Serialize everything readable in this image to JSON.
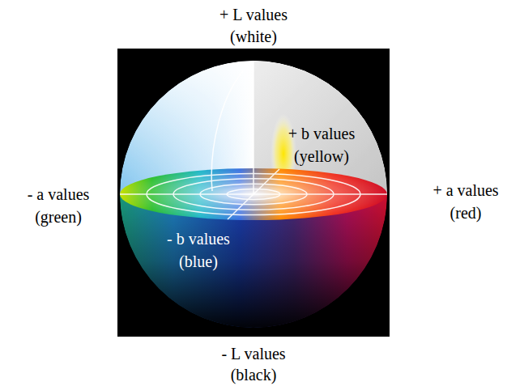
{
  "diagram": {
    "labels": [
      "+ L values",
      "(white)",
      "+ b values",
      "(yellow)",
      "- a values",
      "(green)",
      "+ a values",
      "(red)",
      "- b values",
      "(blue)",
      "- L values",
      "(black)"
    ]
  }
}
